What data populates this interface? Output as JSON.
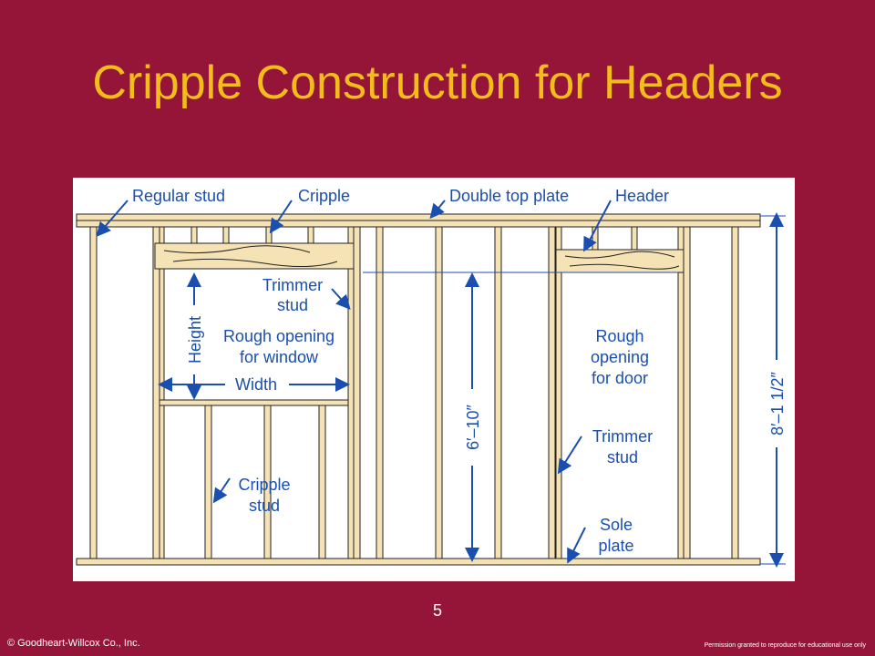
{
  "slide": {
    "title": "Cripple Construction for Headers",
    "page_number": "5",
    "copyright": "© Goodheart-Willcox Co., Inc.",
    "permission": "Permission granted to reproduce for educational use only"
  },
  "diagram": {
    "labels": {
      "regular_stud": "Regular stud",
      "cripple": "Cripple",
      "double_top_plate": "Double top plate",
      "header": "Header",
      "trimmer_stud_window_1": "Trimmer",
      "trimmer_stud_window_2": "stud",
      "height": "Height",
      "rough_opening_window_1": "Rough opening",
      "rough_opening_window_2": "for window",
      "width": "Width",
      "cripple_stud_1": "Cripple",
      "cripple_stud_2": "stud",
      "dimension_door": "6′–10″",
      "rough_opening_door_1": "Rough",
      "rough_opening_door_2": "opening",
      "rough_opening_door_3": "for door",
      "trimmer_stud_door_1": "Trimmer",
      "trimmer_stud_door_2": "stud",
      "sole_plate_1": "Sole",
      "sole_plate_2": "plate",
      "dimension_wall": "8′–1 1/2″"
    },
    "colors": {
      "wood": "#f6e3b5",
      "wood_outline": "#222222",
      "label": "#1a4fb0"
    }
  }
}
